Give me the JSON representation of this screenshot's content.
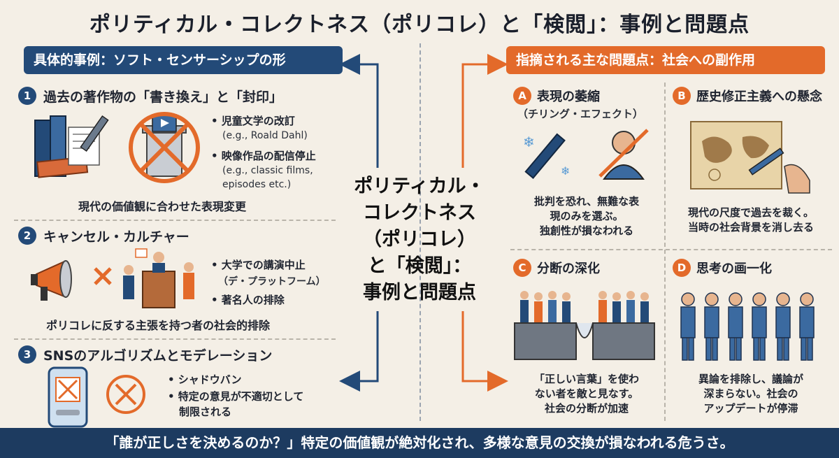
{
  "title": "ポリティカル・コレクトネス（ポリコレ）と「検閲」：事例と問題点",
  "left_header": "具体的事例：ソフト・センサーシップの形",
  "right_header": "指摘される主な問題点：社会への副作用",
  "center": {
    "line1": "ポリティカル・",
    "line2": "コレクトネス",
    "line3": "（ポリコレ）",
    "line4": "と「検閲」：",
    "line5": "事例と問題点"
  },
  "examples": [
    {
      "number": "1",
      "title": "過去の著作物の「書き換え」と「封印」",
      "bullet1": "• 児童文学の改訂",
      "sub1": "(e.g., Roald Dahl)",
      "bullet2": "• 映像作品の配信停止",
      "sub2a": "(e.g., classic films,",
      "sub2b": "episodes etc.)",
      "caption": "現代の価値観に合わせた表現変更"
    },
    {
      "number": "2",
      "title": "キャンセル・カルチャー",
      "bullet1": "• 大学での講演中止",
      "sub1": "（デ・プラットフーム）",
      "bullet2": "• 著名人の排除",
      "caption": "ポリコレに反する主張を持つ者の社会的排除"
    },
    {
      "number": "3",
      "title": "SNSのアルゴリズムとモデレーション",
      "bullet1": "• シャドウバン",
      "bullet2a": "• 特定の意見が不適切として",
      "bullet2b": "制限される"
    }
  ],
  "problems": [
    {
      "letter": "A",
      "title": "表現の萎縮",
      "subtitle": "（チリング・エフェクト）",
      "line1": "批判を恐れ、無難な表",
      "line2": "現のみを選ぶ。",
      "line3": "独創性が損なわれる"
    },
    {
      "letter": "B",
      "title": "歴史修正主義への懸念",
      "line1": "現代の尺度で過去を裁く。",
      "line2": "当時の社会背景を消し去る"
    },
    {
      "letter": "C",
      "title": "分断の深化",
      "line1": "「正しい言葉」を使わ",
      "line2": "ない者を敵と見なす。",
      "line3": "社会の分断が加速"
    },
    {
      "letter": "D",
      "title": "思考の画一化",
      "line1": "異論を排除し、議論が",
      "line2": "深まらない。社会の",
      "line3": "アップデートが停滞"
    }
  ],
  "bottom": "「誰が正しさを決めるのか？」特定の価値観が絶対化され、多様な意見の交換が損なわれる危うさ。",
  "colors": {
    "navy": "#234a78",
    "orange": "#e36a2a",
    "background": "#f4efe6",
    "bottom_bar": "#1d3b60"
  }
}
